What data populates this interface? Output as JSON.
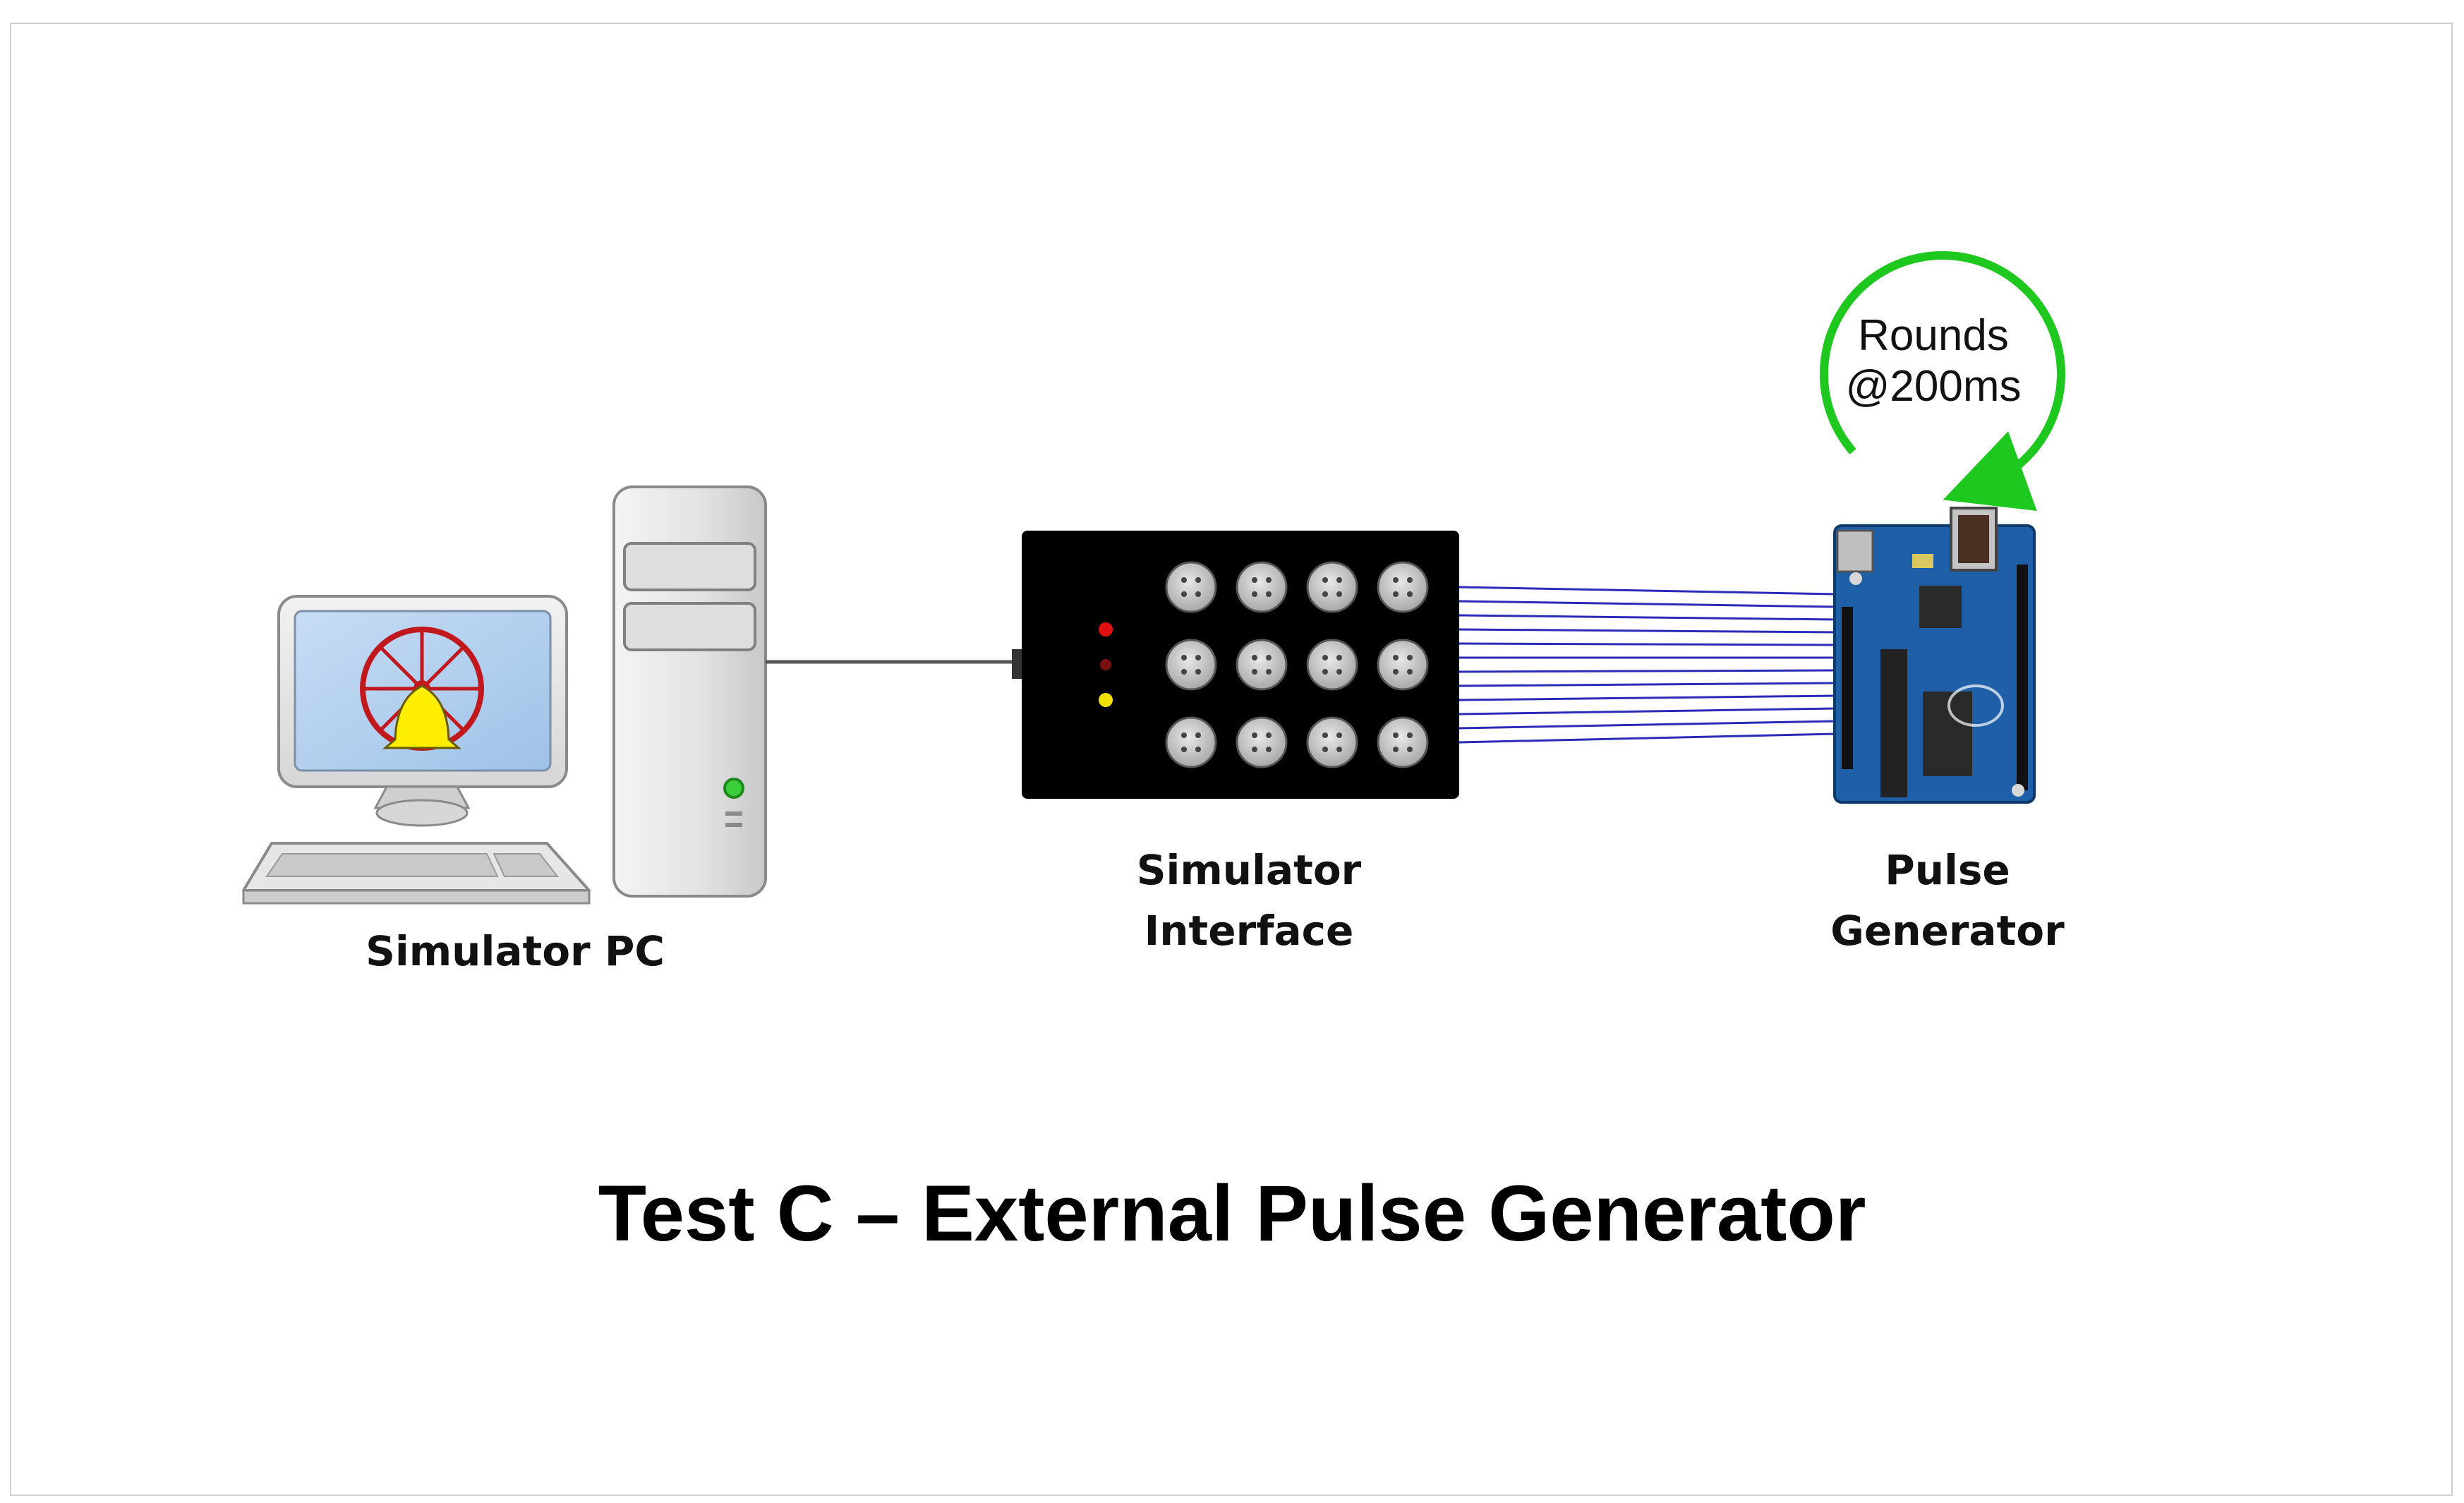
{
  "labels": {
    "simulator_pc": "Simulator PC",
    "interface_line1": "Simulator",
    "interface_line2": "Interface",
    "pulse_line1": "Pulse",
    "pulse_line2": "Generator",
    "loop_line1": "Rounds",
    "loop_line2": "@200ms"
  },
  "title": "Test C – External Pulse Generator",
  "colors": {
    "loop_arrow": "#1ec81e",
    "wires": "#2b2bb8",
    "interface_body": "#000000",
    "led_top": "#e01010",
    "led_mid": "#7a1010",
    "led_bottom": "#f0e000",
    "board": "#1e5fa8"
  }
}
